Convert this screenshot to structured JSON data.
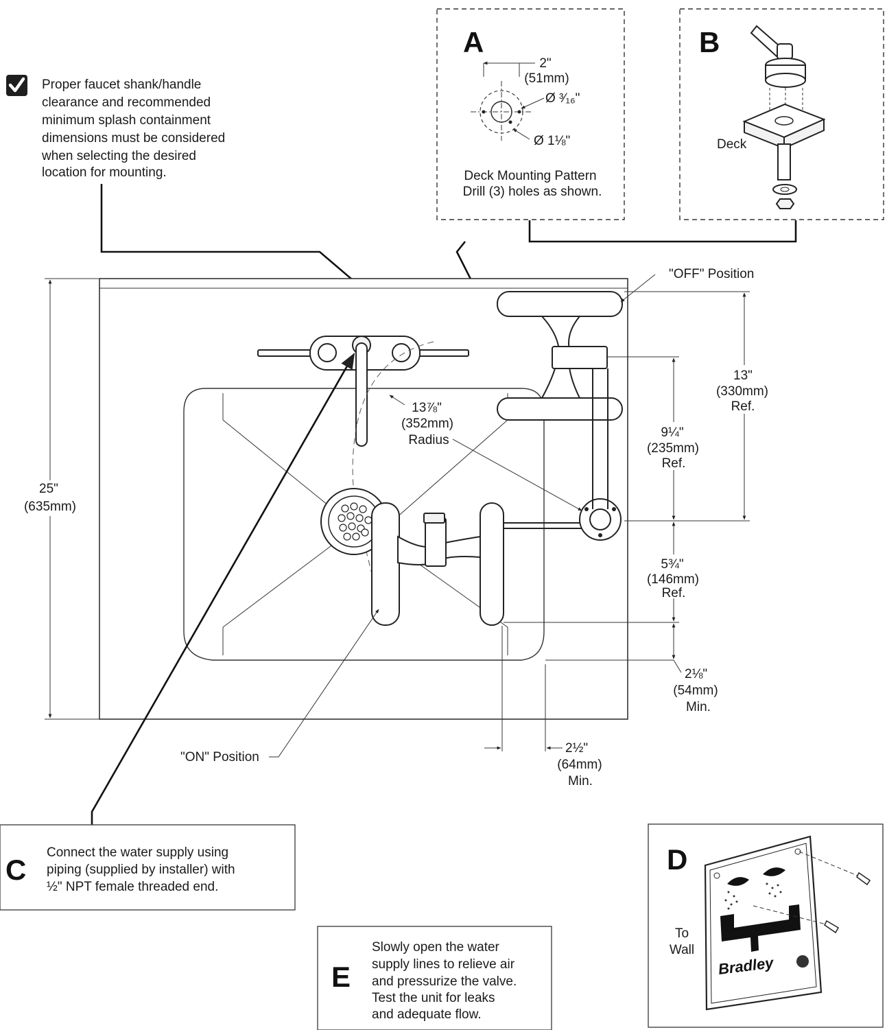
{
  "note_checklist": {
    "icon": "checkmark-box-icon",
    "lines": [
      "Proper faucet shank/handle",
      "clearance and recommended",
      "minimum splash containment",
      "dimensions must be considered",
      "when selecting the desired",
      "location for mounting."
    ]
  },
  "panel_a": {
    "letter": "A",
    "dim_spacing": "2\"",
    "dim_spacing_mm": "(51mm)",
    "dim_small_hole": "Ø ³⁄₁₆\"",
    "dim_large_hole": "Ø 1⅛\"",
    "caption_lines": [
      "Deck Mounting Pattern",
      "Drill (3) holes as shown."
    ]
  },
  "panel_b": {
    "letter": "B",
    "label_deck": "Deck"
  },
  "callouts": {
    "off_position": "\"OFF\" Position",
    "on_position": "\"ON\" Position",
    "radius": [
      "13⅞\"",
      "(352mm)",
      "Radius"
    ],
    "height_25": [
      "25\"",
      "(635mm)"
    ],
    "dim_13": [
      "13\"",
      "(330mm)",
      "Ref."
    ],
    "dim_9_25": [
      "9¼\"",
      "(235mm)",
      "Ref."
    ],
    "dim_5_75": [
      "5¾\"",
      "(146mm)",
      "Ref."
    ],
    "dim_2_125": [
      "2⅛\"",
      "(54mm)",
      "Min."
    ],
    "dim_2_5": [
      "2½\"",
      "(64mm)",
      "Min."
    ]
  },
  "panel_c": {
    "letter": "C",
    "lines": [
      "Connect the water supply using",
      "piping (supplied by installer) with",
      "½\" NPT female threaded end."
    ]
  },
  "panel_d": {
    "letter": "D",
    "label_to_wall": [
      "To",
      "Wall"
    ],
    "sign_brand": "Bradley"
  },
  "panel_e": {
    "letter": "E",
    "lines": [
      "Slowly open the water",
      "supply lines to relieve air",
      "and pressurize the valve.",
      "Test the unit for leaks",
      "and adequate flow."
    ]
  }
}
